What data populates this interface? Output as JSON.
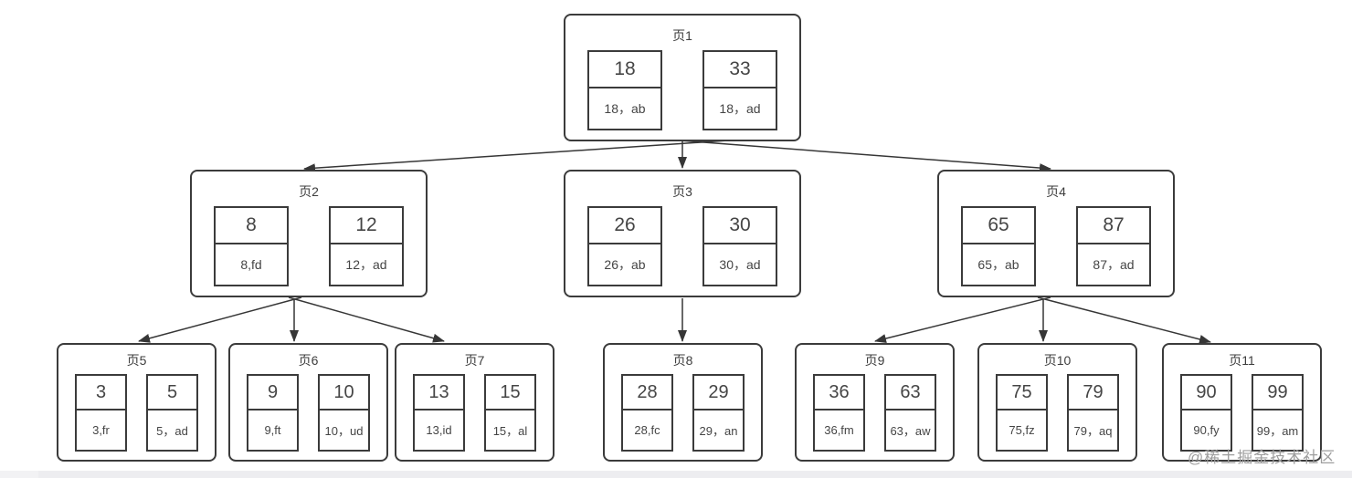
{
  "watermark": "@稀土掘金技术社区",
  "diagram": {
    "type": "b-plus-tree-index",
    "edge_color": "#363636",
    "border_color": "#3b3b3b",
    "edges": [
      {
        "from": "page1",
        "to": "page2"
      },
      {
        "from": "page1",
        "to": "page3"
      },
      {
        "from": "page1",
        "to": "page4"
      },
      {
        "from": "page2",
        "to": "page5"
      },
      {
        "from": "page2",
        "to": "page6"
      },
      {
        "from": "page2",
        "to": "page7"
      },
      {
        "from": "page3",
        "to": "page8"
      },
      {
        "from": "page4",
        "to": "page9"
      },
      {
        "from": "page4",
        "to": "page10"
      },
      {
        "from": "page4",
        "to": "page11"
      }
    ]
  },
  "pages": [
    {
      "title": "页1",
      "cells": [
        {
          "key": "18",
          "record": "18，ab"
        },
        {
          "key": "33",
          "record": "18，ad"
        }
      ]
    },
    {
      "title": "页2",
      "cells": [
        {
          "key": "8",
          "record": "8,fd"
        },
        {
          "key": "12",
          "record": "12，ad"
        }
      ]
    },
    {
      "title": "页3",
      "cells": [
        {
          "key": "26",
          "record": "26，ab"
        },
        {
          "key": "30",
          "record": "30，ad"
        }
      ]
    },
    {
      "title": "页4",
      "cells": [
        {
          "key": "65",
          "record": "65，ab"
        },
        {
          "key": "87",
          "record": "87，ad"
        }
      ]
    },
    {
      "title": "页5",
      "cells": [
        {
          "key": "3",
          "record": "3,fr"
        },
        {
          "key": "5",
          "record": "5，ad"
        }
      ]
    },
    {
      "title": "页6",
      "cells": [
        {
          "key": "9",
          "record": "9,ft"
        },
        {
          "key": "10",
          "record": "10，ud"
        }
      ]
    },
    {
      "title": "页7",
      "cells": [
        {
          "key": "13",
          "record": "13,id"
        },
        {
          "key": "15",
          "record": "15，al"
        }
      ]
    },
    {
      "title": "页8",
      "cells": [
        {
          "key": "28",
          "record": "28,fc"
        },
        {
          "key": "29",
          "record": "29，an"
        }
      ]
    },
    {
      "title": "页9",
      "cells": [
        {
          "key": "36",
          "record": "36,fm"
        },
        {
          "key": "63",
          "record": "63，aw"
        }
      ]
    },
    {
      "title": "页10",
      "cells": [
        {
          "key": "75",
          "record": "75,fz"
        },
        {
          "key": "79",
          "record": "79，aq"
        }
      ]
    },
    {
      "title": "页11",
      "cells": [
        {
          "key": "90",
          "record": "90,fy"
        },
        {
          "key": "99",
          "record": "99，am"
        }
      ]
    }
  ]
}
